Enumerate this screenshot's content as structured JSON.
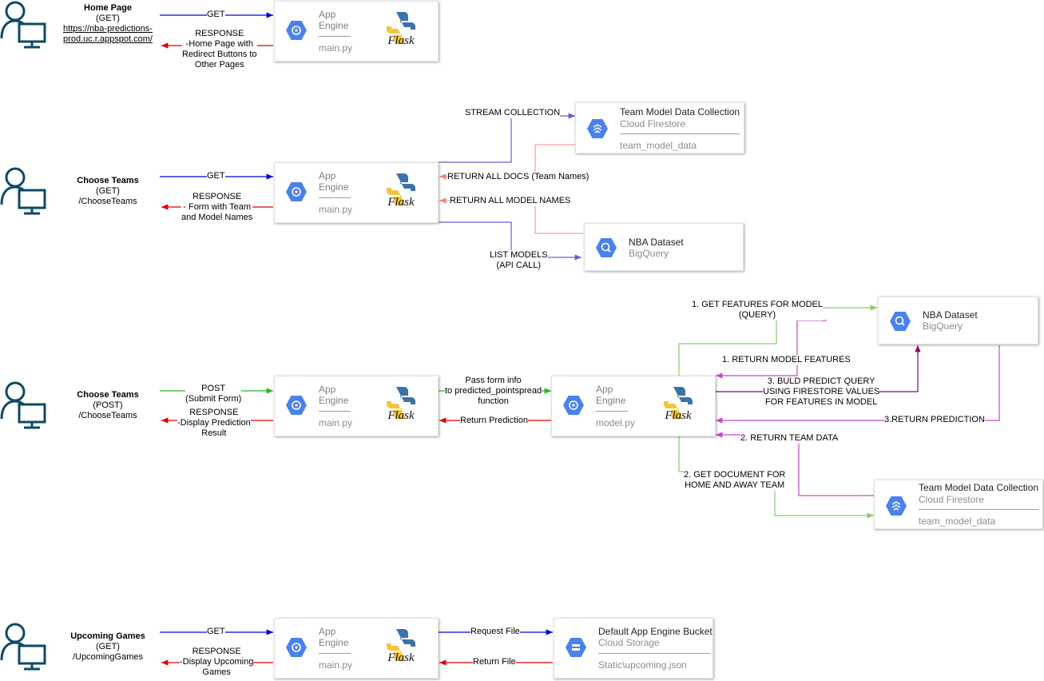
{
  "users": [
    {
      "title": "Home Page",
      "method": "(GET)",
      "path": "https://nba-predictions-\nprod.uc.r.appspot.com/"
    },
    {
      "title": "Choose Teams",
      "method": "(GET)",
      "path": "/ChooseTeams"
    },
    {
      "title": "Choose Teams",
      "method": "(POST)",
      "path": "/ChooseTeams"
    },
    {
      "title": "Upcoming Games",
      "method": "(GET)",
      "path": "/UpcomingGames"
    }
  ],
  "app_engine": {
    "title": "App\nEngine",
    "main_file": "main.py",
    "model_file": "model.py",
    "framework": "Flask"
  },
  "services": {
    "firestore": {
      "title": "Team Model Data Collection",
      "sub": "Cloud Firestore",
      "detail": "team_model_data"
    },
    "bigquery": {
      "title": "NBA Dataset",
      "sub": "BigQuery"
    },
    "storage": {
      "title": "Default App Engine Bucket",
      "sub": "Cloud Storage",
      "detail": "Static\\upcoming.json"
    }
  },
  "labels": {
    "r1_get": "GET",
    "r1_response": "RESPONSE\n-Home Page with\nRedirect Buttons to\nOther Pages",
    "r2_get": "GET",
    "r2_response": "RESPONSE\n- Form with Team\nand Model Names",
    "stream_collection": "STREAM COLLECTION",
    "return_all_docs": "RETURN ALL DOCS (Team Names)",
    "return_all_models": "RETURN ALL MODEL NAMES",
    "list_models": "LIST MODELS\n(API CALL)",
    "r3_post": "POST\n(Submit Form)",
    "r3_response": "RESPONSE\n-Display Prediction\nResult",
    "pass_form": "Pass form info\nto predicted_pointspread\nfunction",
    "return_prediction": "Return Prediction",
    "get_features": "1. GET FEATURES FOR MODEL\n(QUERY)",
    "return_model_features": "1. RETURN MODEL FEATURES",
    "build_query": "3. BULD PREDICT QUERY\nUSING FIRESTORE VALUES\nFOR FEATURES IN MODEL",
    "return_prediction_3": "3.RETURN PREDICTION",
    "return_team_data": "2. RETURN TEAM DATA",
    "get_document": "2. GET DOCUMENT FOR\nHOME AND AWAY TEAM",
    "r4_get": "GET",
    "r4_response": "RESPONSE\n-Display Upcoming\nGames",
    "request_file": "Request File",
    "return_file": "Return File"
  },
  "colors": {
    "blue": "#0000e0",
    "red": "#e00000",
    "green": "#22bb22",
    "purple": "#800080",
    "magenta": "#cc44cc",
    "pink": "#f4a0a0",
    "lightgreen": "#88cc66",
    "violet": "#6a5acd",
    "gcp": "#4a81ec"
  },
  "icons": [
    "user-computer-icon",
    "app-engine-icon",
    "flask-logo-icon",
    "firestore-icon",
    "bigquery-icon",
    "cloud-storage-icon"
  ]
}
